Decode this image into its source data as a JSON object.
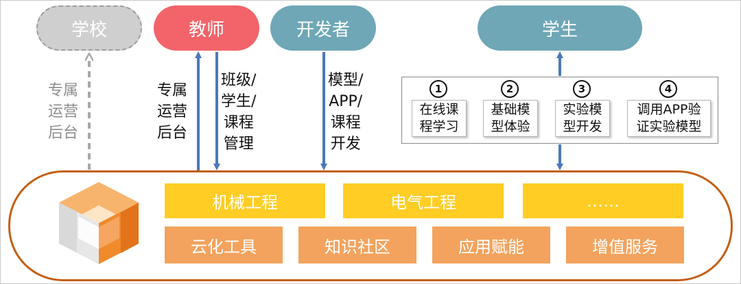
{
  "roles": {
    "school": "学校",
    "teacher": "教师",
    "developer": "开发者",
    "student": "学生"
  },
  "labels": {
    "school_ops": [
      "专属",
      "运营",
      "后台"
    ],
    "teacher_ops": [
      "专属",
      "运营",
      "后台"
    ],
    "teacher_manage": [
      "班级/",
      "学生/",
      "课程",
      "管理"
    ],
    "dev_build": [
      "模型/",
      "APP/",
      "课程",
      "开发"
    ]
  },
  "steps": [
    {
      "num": "1",
      "lines": [
        "在线课",
        "程学习"
      ]
    },
    {
      "num": "2",
      "lines": [
        "基础模",
        "型体验"
      ]
    },
    {
      "num": "3",
      "lines": [
        "实验模",
        "型开发"
      ]
    },
    {
      "num": "4",
      "lines": [
        "调用APP验",
        "证实验模型"
      ]
    }
  ],
  "platform": {
    "domains": [
      "机械工程",
      "电气工程",
      "……"
    ],
    "services": [
      "云化工具",
      "知识社区",
      "应用赋能",
      "增值服务"
    ]
  },
  "colors": {
    "teacher": "#f2646a",
    "role_blue": "#6fa7b6",
    "school_grey": "#cfcfcf",
    "arrow_blue": "#4a78b8",
    "platform_border": "#c25f14",
    "domain_tile": "#ffcd24",
    "service_tile": "#f3a35d"
  }
}
